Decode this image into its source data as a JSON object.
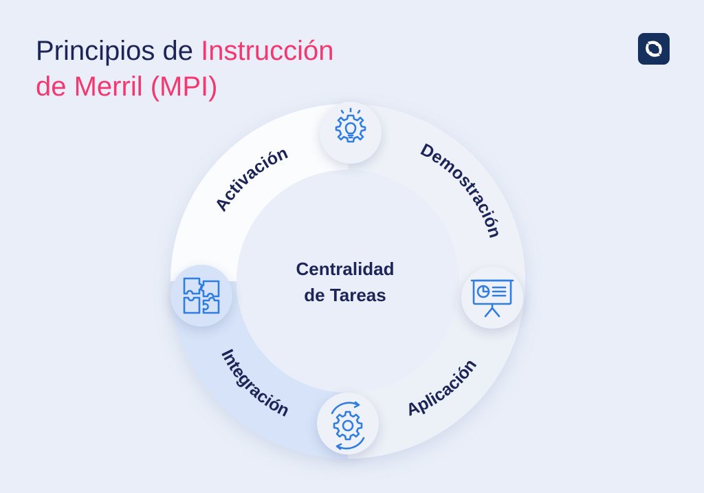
{
  "title": {
    "part1": "Principios de ",
    "accent1": "Instrucción",
    "accent2": "de Merril (MPI)"
  },
  "center": {
    "line1": "Centralidad",
    "line2": "de Tareas"
  },
  "stages": [
    {
      "label": "Activación"
    },
    {
      "label": "Demostración"
    },
    {
      "label": "Aplicación"
    },
    {
      "label": "Integración"
    }
  ],
  "icons": {
    "top": "lightbulb-gear-icon",
    "right": "presentation-board-icon",
    "bottom": "gear-cycle-icon",
    "left": "puzzle-icon"
  },
  "colors": {
    "navy": "#1d2457",
    "accent": "#f2386f",
    "icon_blue": "#2f7de1",
    "background": "#e9eef8",
    "ring_light": "#f7f9fc",
    "ring_blue": "#d6e3f8"
  }
}
